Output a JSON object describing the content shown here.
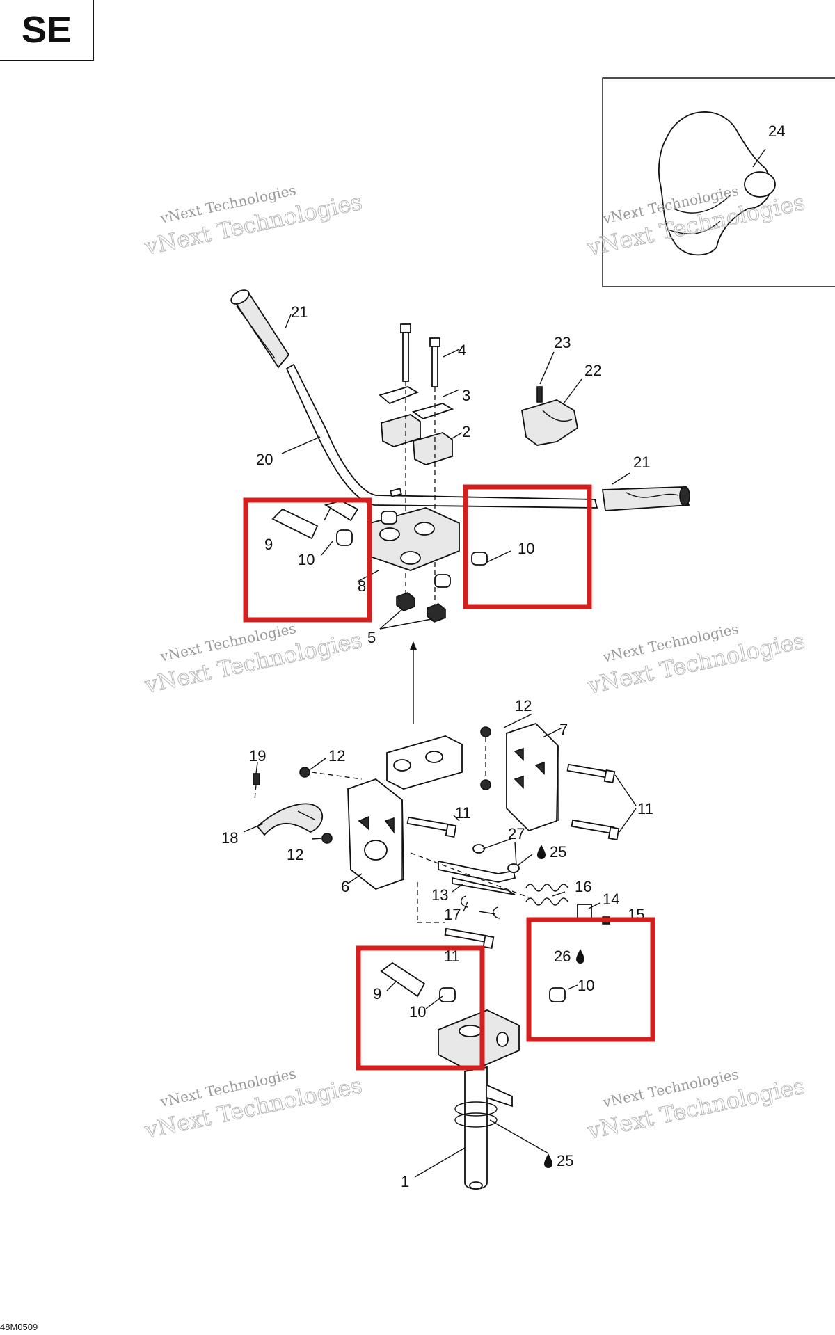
{
  "diagram": {
    "model_code": "SE",
    "drawing_code": "48M0509",
    "watermark": {
      "line1": "vNext Technologies",
      "line2": "vNext Technologies"
    },
    "callouts": {
      "c1": "1",
      "c2": "2",
      "c3": "3",
      "c4": "4",
      "c5": "5",
      "c6": "6",
      "c7": "7",
      "c8": "8",
      "c9a": "9",
      "c9b": "9",
      "c10a": "10",
      "c10b": "10",
      "c10c": "10",
      "c10d": "10",
      "c11a": "11",
      "c11b": "11",
      "c11c": "11",
      "c12a": "12",
      "c12b": "12",
      "c12c": "12",
      "c13": "13",
      "c14": "14",
      "c15": "15",
      "c16": "16",
      "c17": "17",
      "c18": "18",
      "c19": "19",
      "c20": "20",
      "c21a": "21",
      "c21b": "21",
      "c22": "22",
      "c23": "23",
      "c24": "24",
      "c25a": "25",
      "c25b": "25",
      "c26": "26",
      "c27": "27"
    },
    "highlight_color": "#d41f1f"
  }
}
